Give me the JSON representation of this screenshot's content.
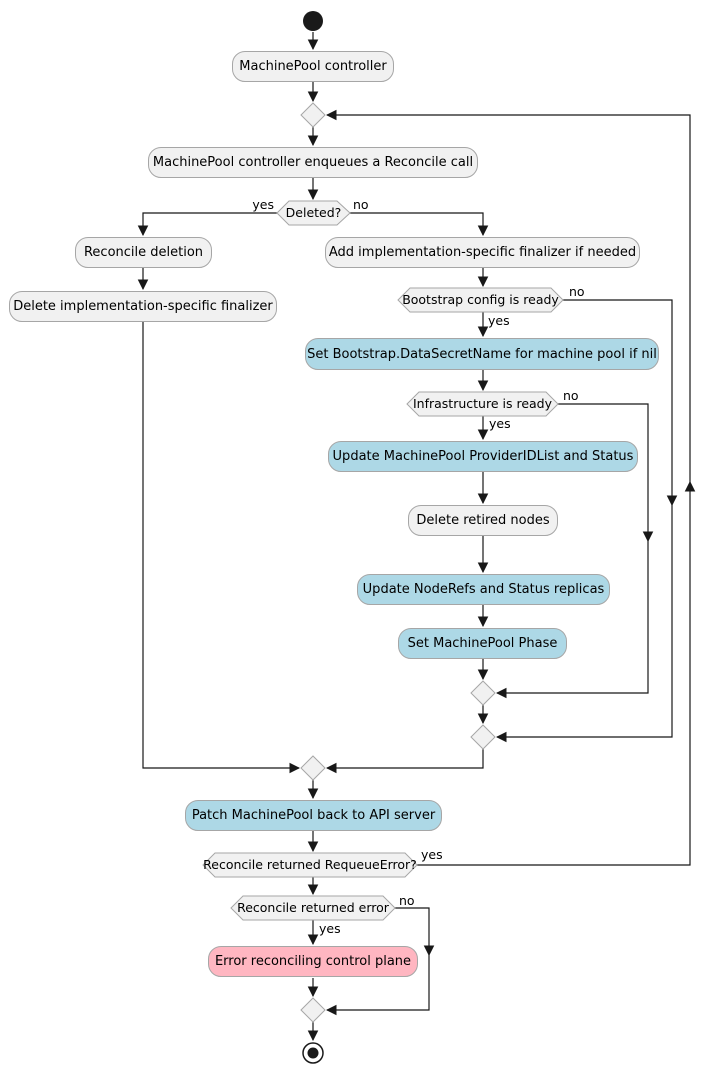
{
  "labels": {
    "yes": "yes",
    "no": "no"
  },
  "nodes": {
    "controller": "MachinePool controller",
    "enqueue": "MachinePool controller enqueues a Reconcile call",
    "deleted_q": "Deleted?",
    "reconcile_deletion": "Reconcile deletion",
    "delete_finalizer": "Delete implementation-specific finalizer",
    "add_finalizer": "Add implementation-specific finalizer if needed",
    "bootstrap_q": "Bootstrap config is ready",
    "set_bootstrap": "Set Bootstrap.DataSecretName for machine pool if nil",
    "infra_q": "Infrastructure is ready",
    "update_provider": "Update MachinePool ProviderIDList and Status",
    "delete_retired": "Delete retired nodes",
    "update_noderefs": "Update NodeRefs and Status replicas",
    "set_phase": "Set MachinePool Phase",
    "patch": "Patch MachinePool back to API server",
    "requeue_q": "Reconcile returned RequeueError?",
    "error_q": "Reconcile returned error",
    "error_action": "Error reconciling control plane"
  },
  "colors": {
    "node_fill": "#F1F1F1",
    "node_highlight": "#ADD8E6",
    "node_error": "#FFB6C1",
    "border": "#A6A6A6",
    "line": "#181818",
    "text": "#000000",
    "background": "#FFFFFF"
  }
}
